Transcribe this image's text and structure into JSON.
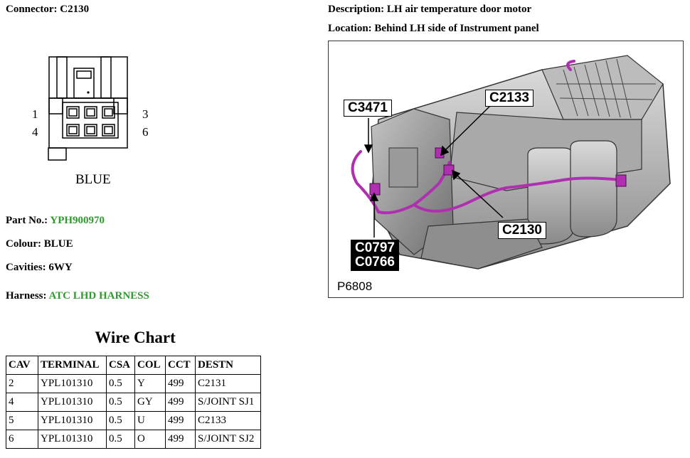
{
  "connector": {
    "label": "Connector:",
    "id": "C2130",
    "colour_caption": "BLUE",
    "pins": {
      "tl": "1",
      "tr": "3",
      "bl": "4",
      "br": "6"
    }
  },
  "description": {
    "label": "Description:",
    "value": "LH air temperature door motor"
  },
  "location": {
    "label": "Location:",
    "value": "Behind LH side of Instrument panel"
  },
  "part_no": {
    "label": "Part No.:",
    "value": "YPH900970"
  },
  "colour": {
    "label": "Colour:",
    "value": "BLUE"
  },
  "cavities": {
    "label": "Cavities:",
    "value": "6WY"
  },
  "harness": {
    "label": "Harness:",
    "value": "ATC LHD HARNESS"
  },
  "figure": {
    "callouts": {
      "c3471": "C3471",
      "c2133": "C2133",
      "c2130": "C2130",
      "c0797": "C0797",
      "c0766": "C0766"
    },
    "figure_id": "P6808"
  },
  "wire_chart": {
    "title": "Wire Chart",
    "headers": [
      "CAV",
      "TERMINAL",
      "CSA",
      "COL",
      "CCT",
      "DESTN"
    ],
    "rows": [
      [
        "2",
        "YPL101310",
        "0.5",
        "Y",
        "499",
        "C2131"
      ],
      [
        "4",
        "YPL101310",
        "0.5",
        "GY",
        "499",
        "S/JOINT SJ1"
      ],
      [
        "5",
        "YPL101310",
        "0.5",
        "U",
        "499",
        "C2133"
      ],
      [
        "6",
        "YPL101310",
        "0.5",
        "O",
        "499",
        "S/JOINT SJ2"
      ]
    ]
  },
  "colors": {
    "link_green": "#2e9a2e",
    "harness_magenta": "#b02fb0"
  }
}
